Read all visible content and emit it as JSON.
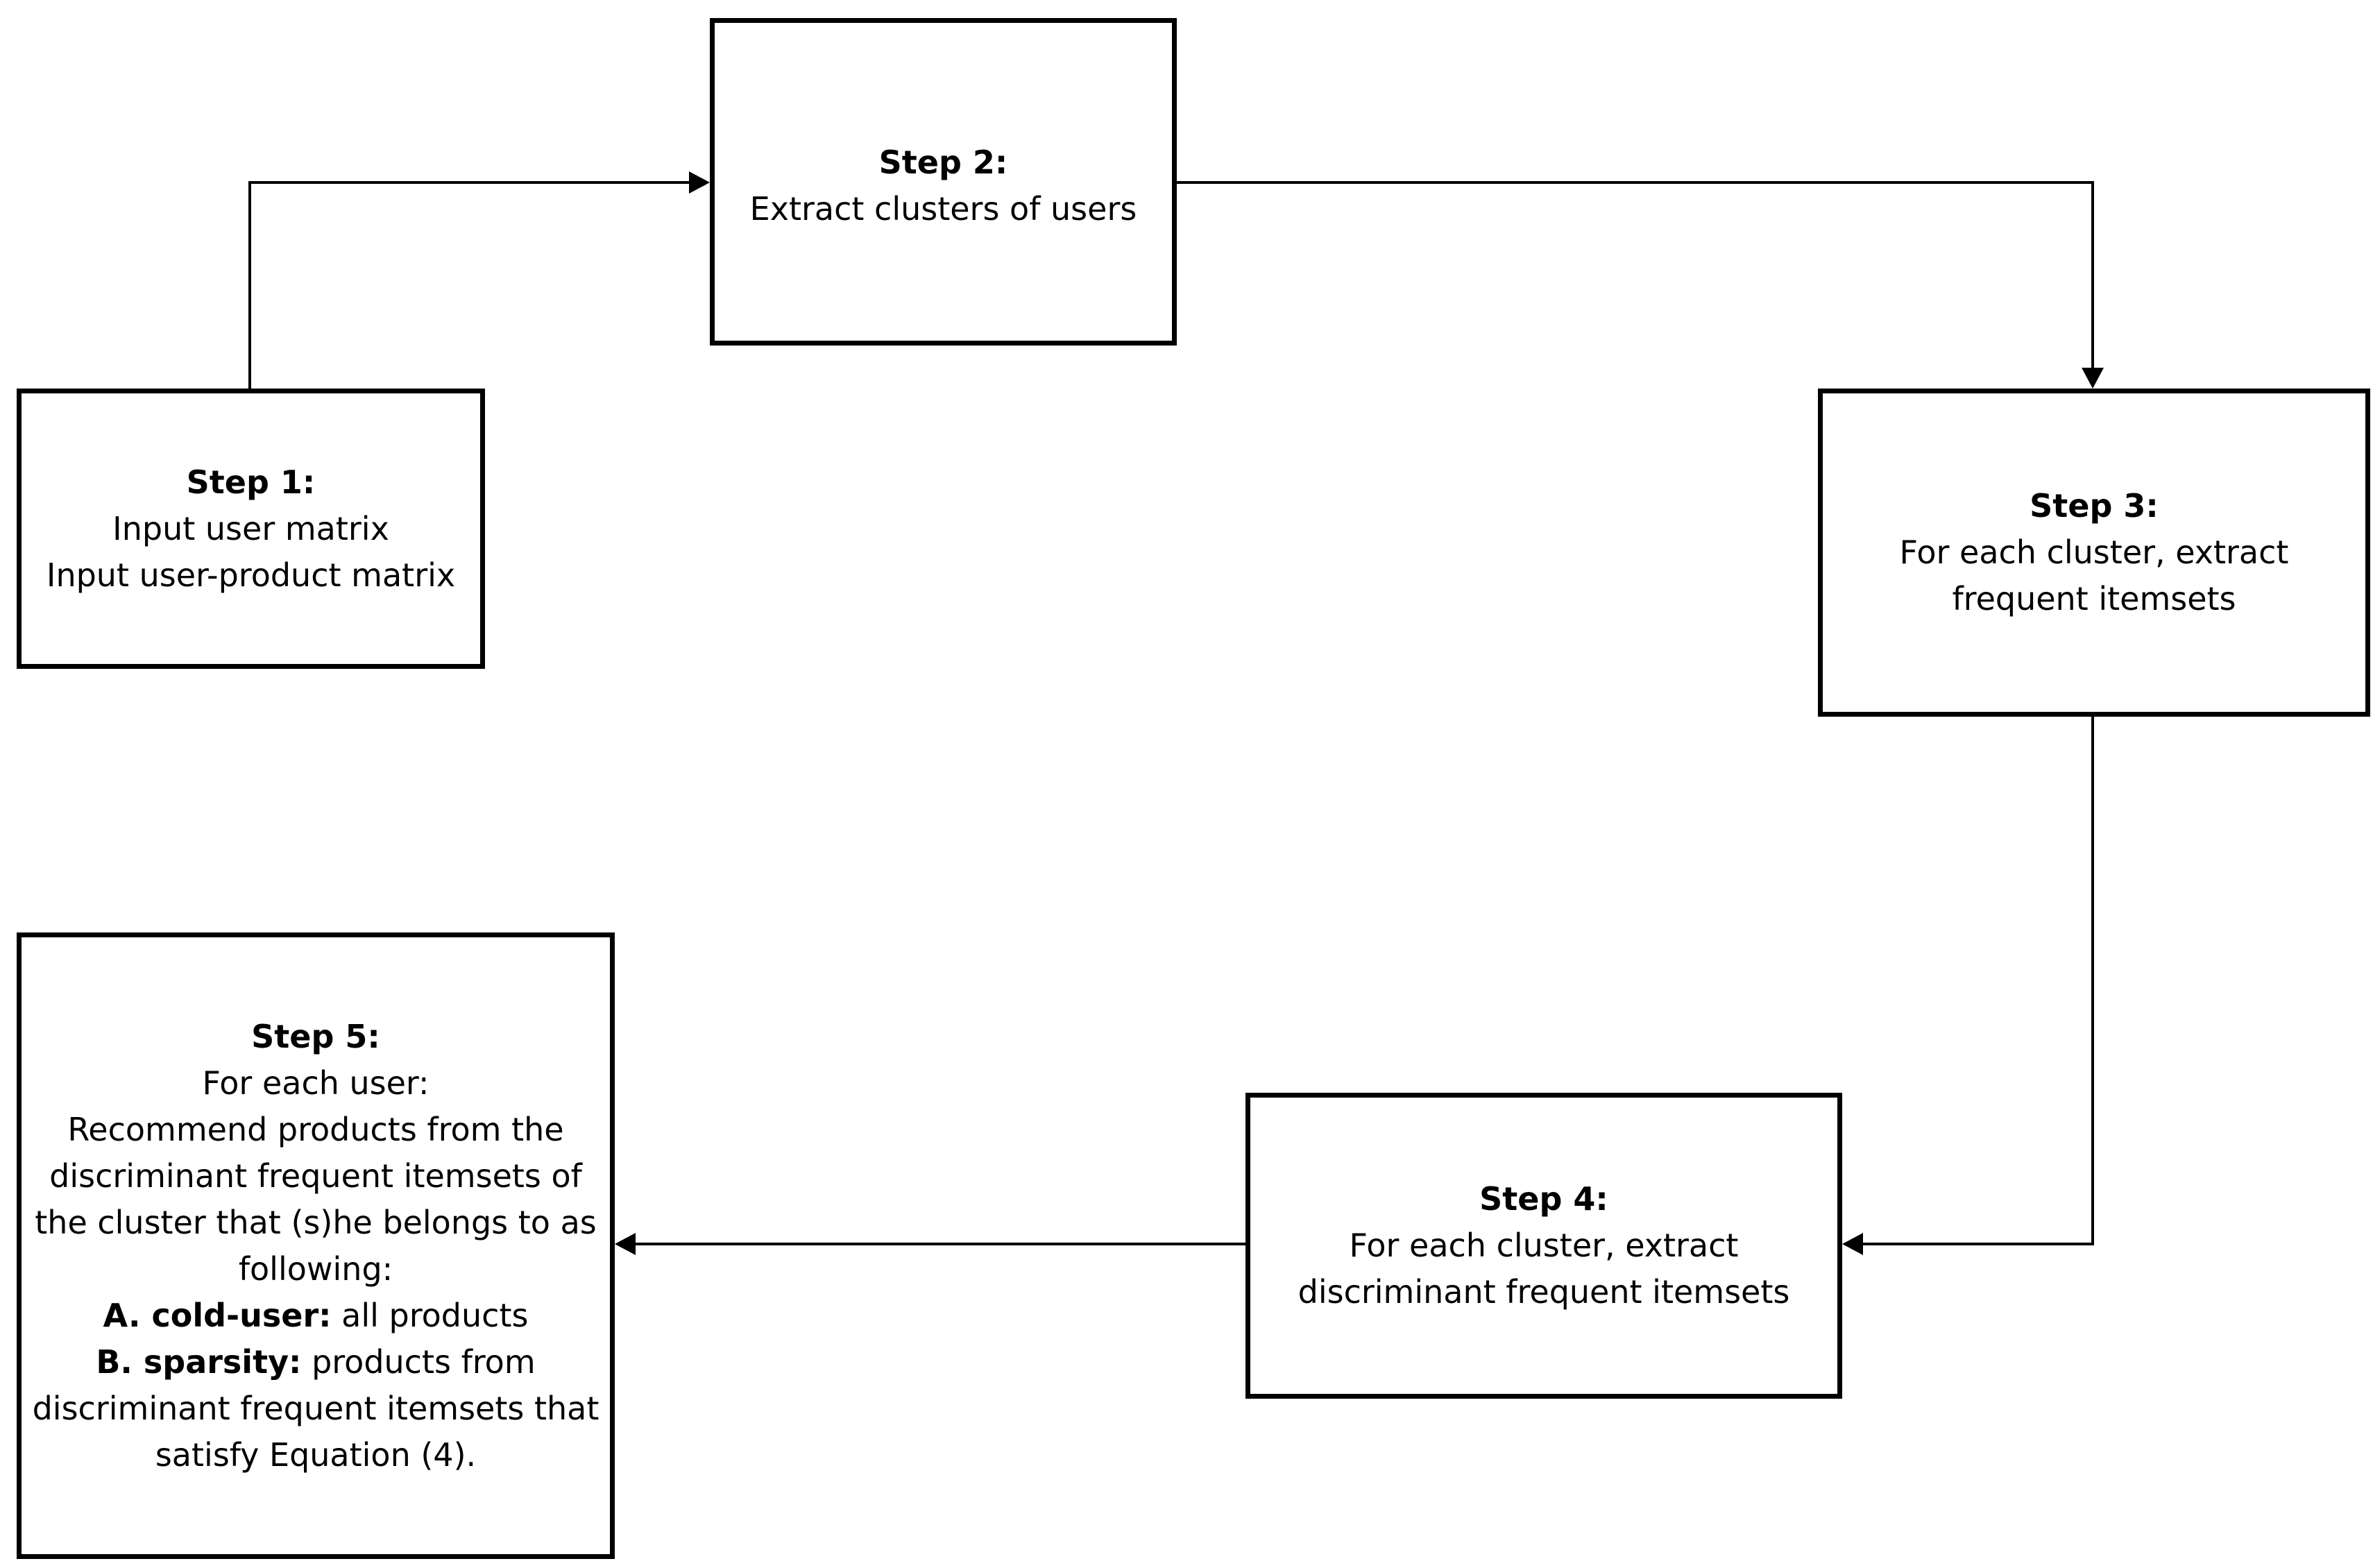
{
  "diagram": {
    "steps": {
      "step1": {
        "title": "Step 1:",
        "lines": [
          "Input user matrix",
          "Input user-product matrix"
        ]
      },
      "step2": {
        "title": "Step 2:",
        "lines": [
          "Extract clusters of users"
        ]
      },
      "step3": {
        "title": "Step 3:",
        "lines": [
          "For each cluster, extract",
          "frequent itemsets"
        ]
      },
      "step4": {
        "title": "Step 4:",
        "lines": [
          "For each cluster, extract",
          "discriminant frequent itemsets"
        ]
      },
      "step5": {
        "title": "Step 5:",
        "lines": [
          "For each user:",
          "Recommend products from the",
          "discriminant frequent itemsets of",
          "the cluster that (s)he belongs to as",
          "following:"
        ],
        "option_a": {
          "label": "A. cold-user:",
          "text": " all products"
        },
        "option_b": {
          "label": "B. sparsity:",
          "text": " products from"
        },
        "tail_lines": [
          "discriminant frequent itemsets that",
          "satisfy Equation (4)."
        ]
      }
    },
    "colors": {
      "line": "#000000",
      "background": "#ffffff"
    }
  }
}
